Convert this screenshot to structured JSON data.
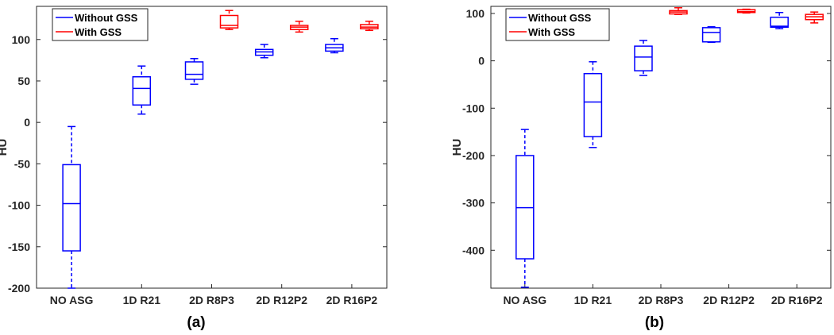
{
  "chart_data": [
    {
      "type": "box",
      "caption": "(a)",
      "ylabel": "HU",
      "ylim": [
        -200,
        140
      ],
      "yticks": [
        -200,
        -150,
        -100,
        -50,
        0,
        50,
        100
      ],
      "categories": [
        "NO ASG",
        "1D R21",
        "2D R8P3",
        "2D R12P2",
        "2D R16P2"
      ],
      "series": [
        {
          "name": "Without GSS",
          "color": "#0000ff",
          "boxes": [
            {
              "category": "NO ASG",
              "min": -200,
              "q1": -155,
              "median": -98,
              "q3": -51,
              "max": -5
            },
            {
              "category": "1D R21",
              "min": 10,
              "q1": 21,
              "median": 41,
              "q3": 55,
              "max": 68
            },
            {
              "category": "2D R8P3",
              "min": 46,
              "q1": 52,
              "median": 58,
              "q3": 73,
              "max": 77
            },
            {
              "category": "2D R12P2",
              "min": 78,
              "q1": 81,
              "median": 85,
              "q3": 88,
              "max": 94
            },
            {
              "category": "2D R16P2",
              "min": 84,
              "q1": 86,
              "median": 90,
              "q3": 94,
              "max": 101
            }
          ]
        },
        {
          "name": "With GSS",
          "color": "#ff0000",
          "boxes": [
            {
              "category": "2D R8P3",
              "min": 112,
              "q1": 114,
              "median": 117,
              "q3": 129,
              "max": 135
            },
            {
              "category": "2D R12P2",
              "min": 109,
              "q1": 112,
              "median": 115,
              "q3": 117,
              "max": 122
            },
            {
              "category": "2D R16P2",
              "min": 111,
              "q1": 113,
              "median": 115,
              "q3": 118,
              "max": 122
            }
          ]
        }
      ],
      "legend": [
        "Without GSS",
        "With GSS"
      ],
      "legend_position": "top-left"
    },
    {
      "type": "box",
      "caption": "(b)",
      "ylabel": "HU",
      "ylim": [
        -480,
        115
      ],
      "yticks": [
        -400,
        -300,
        -200,
        -100,
        0,
        100
      ],
      "categories": [
        "NO ASG",
        "1D R21",
        "2D R8P3",
        "2D R12P2",
        "2D R16P2"
      ],
      "series": [
        {
          "name": "Without GSS",
          "color": "#0000ff",
          "boxes": [
            {
              "category": "NO ASG",
              "min": -478,
              "q1": -418,
              "median": -310,
              "q3": -200,
              "max": -145
            },
            {
              "category": "1D R21",
              "min": -183,
              "q1": -160,
              "median": -87,
              "q3": -27,
              "max": -2
            },
            {
              "category": "2D R8P3",
              "min": -31,
              "q1": -21,
              "median": 8,
              "q3": 31,
              "max": 43
            },
            {
              "category": "2D R12P2",
              "min": 39,
              "q1": 40,
              "median": 60,
              "q3": 70,
              "max": 72
            },
            {
              "category": "2D R16P2",
              "min": 68,
              "q1": 71,
              "median": 73,
              "q3": 92,
              "max": 102
            }
          ]
        },
        {
          "name": "With GSS",
          "color": "#ff0000",
          "boxes": [
            {
              "category": "2D R8P3",
              "min": 98,
              "q1": 99,
              "median": 103,
              "q3": 106,
              "max": 112
            },
            {
              "category": "2D R12P2",
              "min": 101,
              "q1": 102,
              "median": 104,
              "q3": 108,
              "max": 109
            },
            {
              "category": "2D R16P2",
              "min": 80,
              "q1": 87,
              "median": 93,
              "q3": 98,
              "max": 103
            }
          ]
        }
      ],
      "legend": [
        "Without GSS",
        "With GSS"
      ],
      "legend_position": "top-left"
    }
  ]
}
